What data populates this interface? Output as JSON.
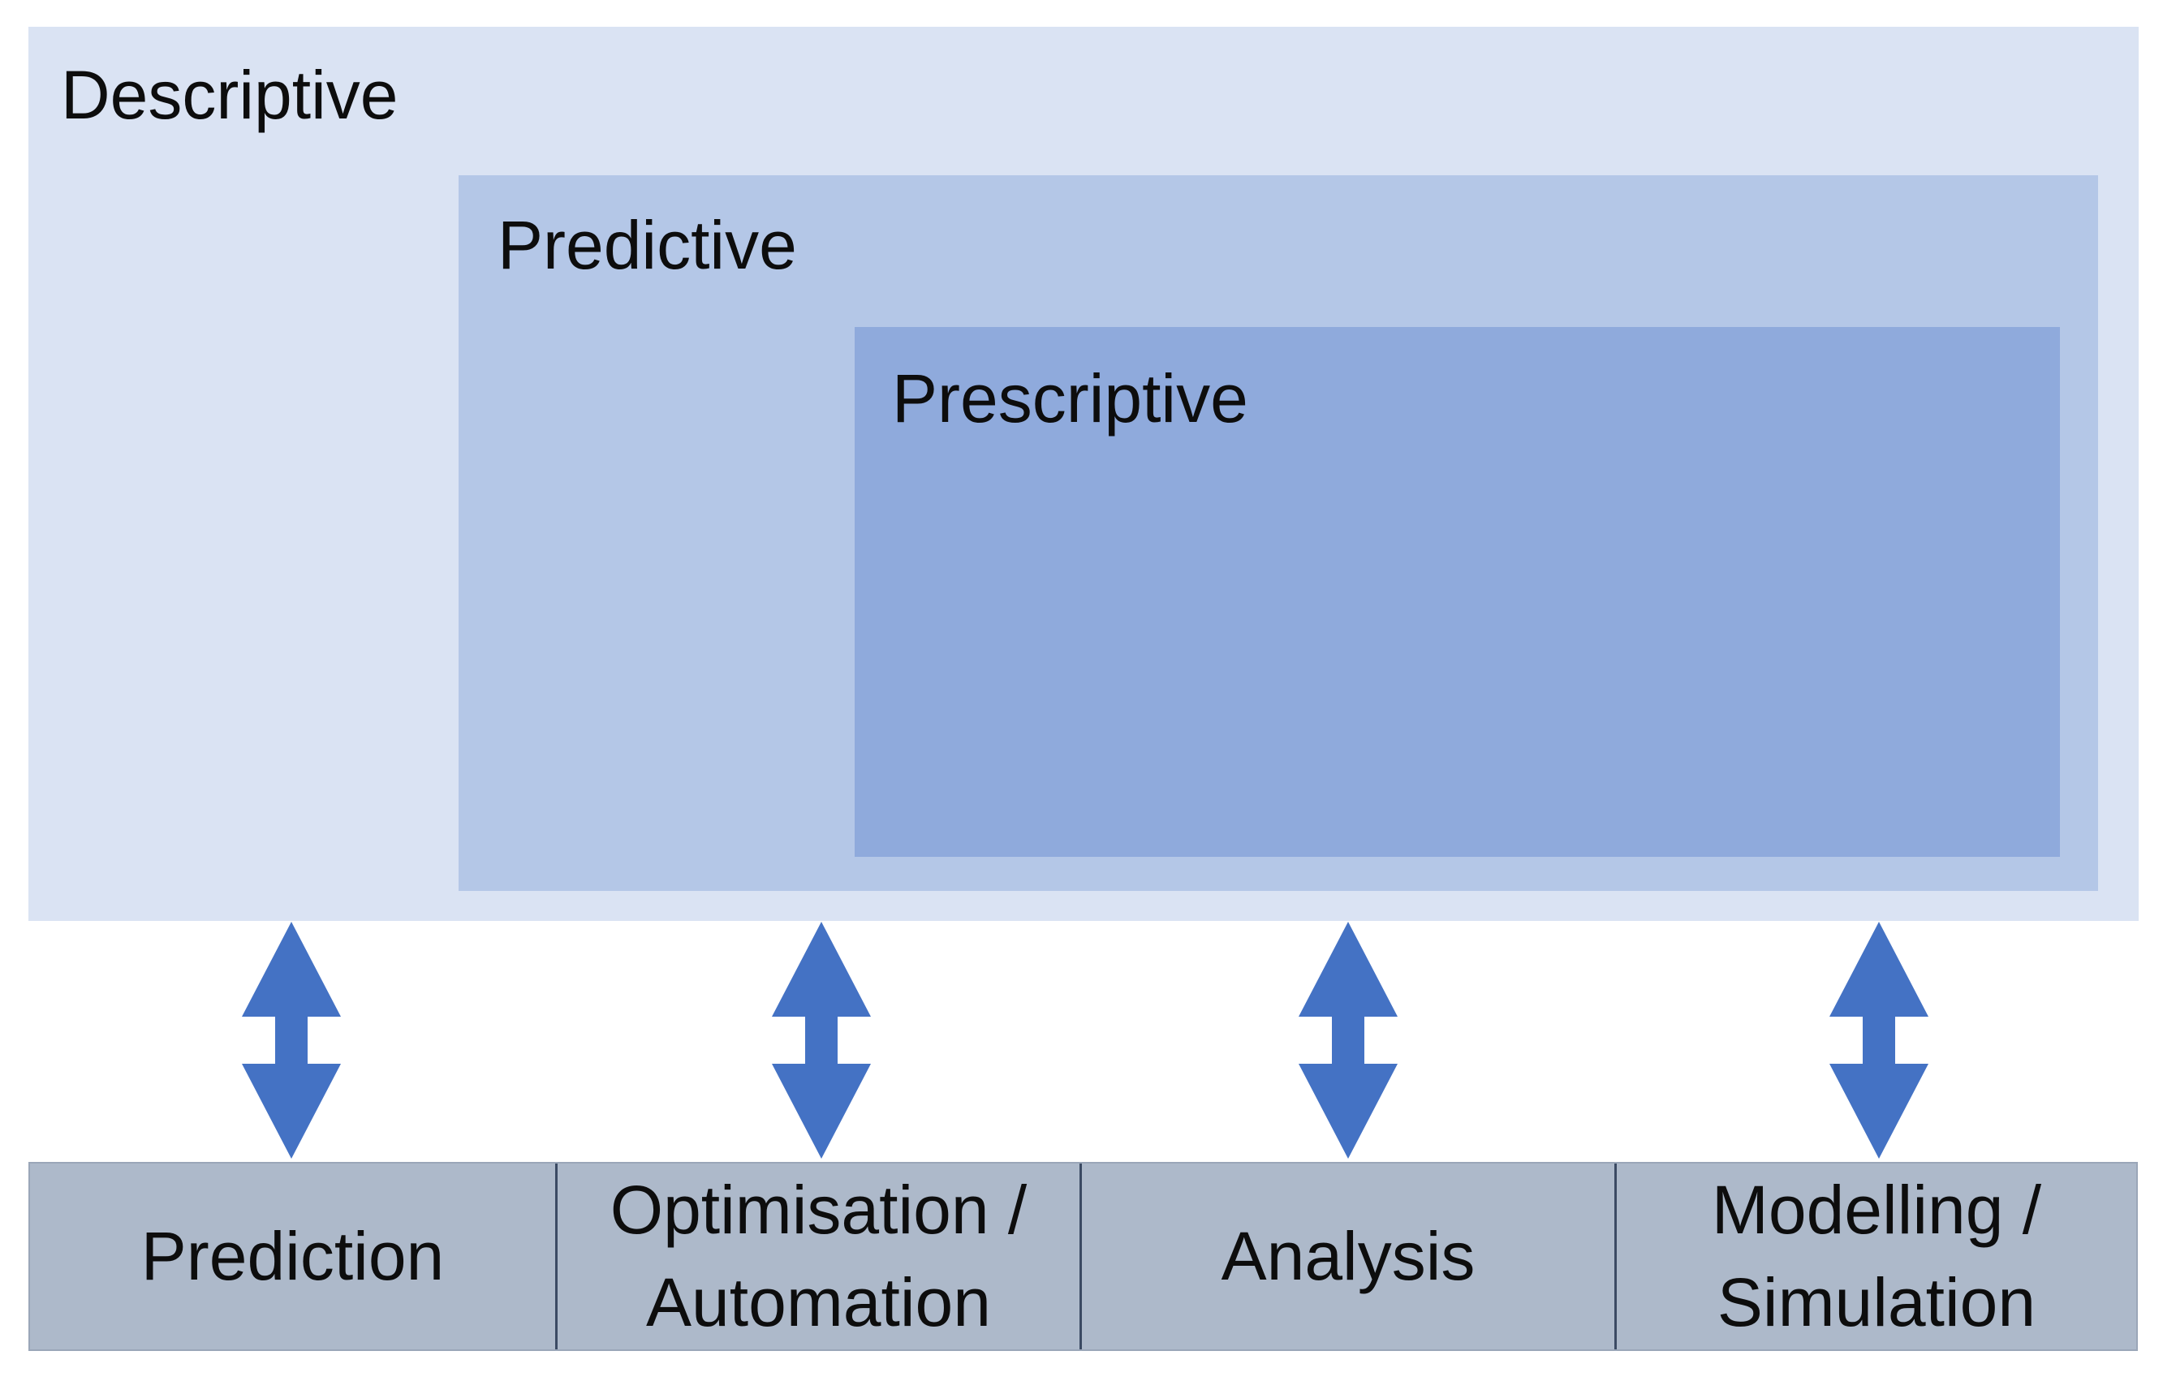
{
  "canvas": {
    "background": "#ffffff"
  },
  "nested_layers": [
    {
      "label": "Descriptive",
      "fill": "#dae3f3"
    },
    {
      "label": "Predictive",
      "fill": "#b4c7e7"
    },
    {
      "label": "Prescriptive",
      "fill": "#8faadc"
    }
  ],
  "arrows": {
    "icon": "up-down-arrow-icon",
    "fill": "#4472c4",
    "count": 4
  },
  "bottom_bar": {
    "fill": "#adb9ca",
    "divider_color": "#3b4a63",
    "items": [
      {
        "lines": [
          "Prediction"
        ]
      },
      {
        "lines": [
          "Optimisation /",
          "Automation"
        ]
      },
      {
        "lines": [
          "Analysis"
        ]
      },
      {
        "lines": [
          "Modelling /",
          "Simulation"
        ]
      }
    ]
  }
}
